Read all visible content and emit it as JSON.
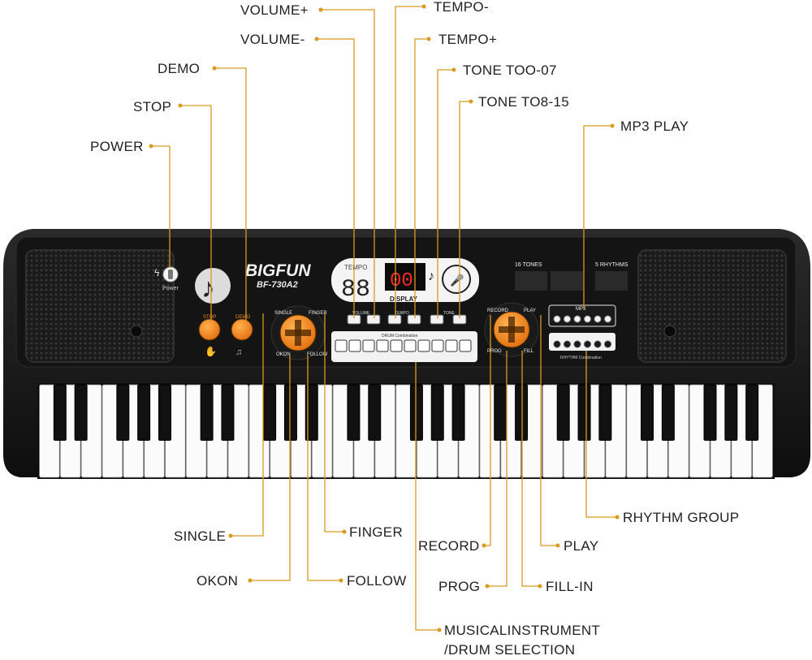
{
  "keyboard": {
    "brand": "BIGFUN",
    "model": "BF-730A2",
    "power_label": "Power",
    "tempo_label": "TEMPO",
    "display_digits": "88",
    "led_digits": "00",
    "display_label": "DISPLAY",
    "tones_heading": "16 TONES",
    "rhythms_heading": "5 RHYTHMS",
    "mp3_label": "MP3",
    "rhythm_combination_label": "RHYTHM Combination",
    "drum_combination_label": "DRUM Combination",
    "panel_labels": {
      "stop": "STOP",
      "demo": "DEMO",
      "volume": "VOLUME",
      "tempo_small": "TEMPO",
      "tone": "TONE",
      "single": "SINGLE",
      "finger": "FINGER",
      "okon": "OKON",
      "follow": "FOLLOW",
      "record": "RECORD",
      "play": "PLAY",
      "prog": "PROG",
      "fill": "FILL"
    },
    "white_key_count": 35,
    "accent_orange": "#f28a1c",
    "leader_color": "#d99a1e"
  },
  "callouts": {
    "volume_plus": "VOLUME+",
    "volume_minus": "VOLUME-",
    "demo": "DEMO",
    "stop": "STOP",
    "power": "POWER",
    "tempo_minus": "TEMPO-",
    "tempo_plus": "TEMPO+",
    "tone_0_7": "TONE TOO-07",
    "tone_8_15": "TONE TO8-15",
    "mp3_play": "MP3 PLAY",
    "single": "SINGLE",
    "finger": "FINGER",
    "okon": "OKON",
    "follow": "FOLLOW",
    "record": "RECORD",
    "play": "PLAY",
    "prog": "PROG",
    "fill_in": "FILL-IN",
    "rhythm_group": "RHYTHM GROUP",
    "instrument_drum_line1": "MUSICALINSTRUMENT",
    "instrument_drum_line2": "/DRUM SELECTION"
  }
}
